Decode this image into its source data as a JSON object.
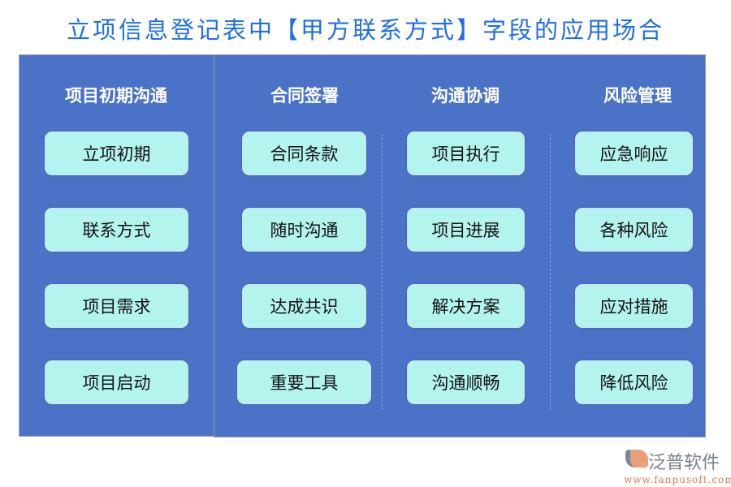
{
  "title": "立项信息登记表中【甲方联系方式】字段的应用场合",
  "columns": [
    {
      "header": "项目初期沟通",
      "items": [
        "立项初期",
        "联系方式",
        "项目需求",
        "项目启动"
      ]
    },
    {
      "header": "合同签署",
      "items": [
        "合同条款",
        "随时沟通",
        "达成共识",
        "重要工具"
      ]
    },
    {
      "header": "沟通协调",
      "items": [
        "项目执行",
        "项目进展",
        "解决方案",
        "沟通顺畅"
      ]
    },
    {
      "header": "风险管理",
      "items": [
        "应急响应",
        "各种风险",
        "应对措施",
        "降低风险"
      ]
    }
  ],
  "logo": {
    "name": "泛普软件",
    "url": "www.fanpusoft.com"
  },
  "colors": {
    "title": "#1f6fe6",
    "panel": "#4a73c8",
    "box": "#b4f4ef"
  }
}
